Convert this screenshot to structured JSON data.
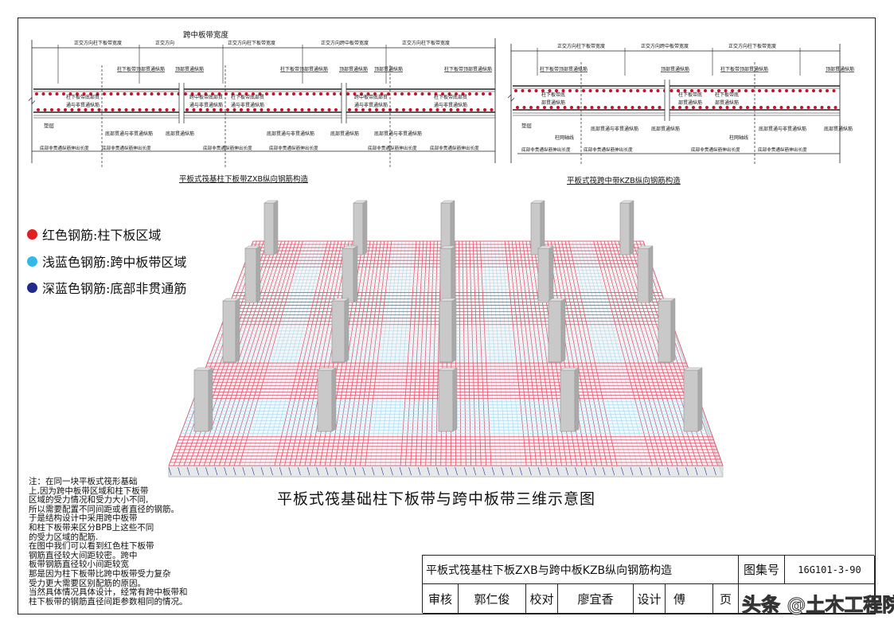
{
  "left_diagram": {
    "title": "平板式筏基柱下板带ZXB纵向钢筋构造",
    "header": "跨中板带宽度",
    "dims": [
      "正交方向柱下板带宽度",
      "正交方向",
      "正交方向柱下板带宽度",
      "正交方向跨中板带宽度",
      "正交方向柱下板带宽度"
    ],
    "top_labels": [
      "柱下板带顶部贯通纵筋",
      "顶部贯通纵筋",
      "柱下板带顶部贯通纵筋",
      "顶部贯通纵筋",
      "顶部贯通纵筋",
      "柱下板带顶部贯通纵筋"
    ],
    "mid_labels": [
      "柱下板带底部贯",
      "通与非贯通纵筋",
      "跨中板带底部贯",
      "通与非贯通纵筋",
      "柱下板带底部贯",
      "通与非贯通纵筋",
      "跨中板带底部贯",
      "通与非贯通纵筋",
      "柱下板带底部贯",
      "通与非贯通纵筋"
    ],
    "cushion": "垫层",
    "bottom_labels": [
      "底部贯通与非贯通纵筋",
      "底部贯通纵筋",
      "底部贯通与非贯通纵筋",
      "底部贯通纵筋",
      "底部贯通与非贯通纵筋"
    ],
    "length_labels": [
      "底部非贯通纵筋伸出长度",
      "底部非贯通纵筋伸出长度",
      "底部非贯通纵筋伸出长度",
      "底部非贯通纵筋伸出长度",
      "底部非贯通纵筋伸出长度",
      "底部非贯通纵筋伸出长度"
    ]
  },
  "right_diagram": {
    "title": "平板式筏跨中带KZB纵向钢筋构造",
    "dims": [
      "正交方向柱下板带宽度",
      "正交方向跨中板带宽度",
      "正交方向柱下板带宽度"
    ],
    "top_labels": [
      "柱下板带顶部贯通纵筋",
      "顶部贯通纵筋",
      "柱下板带顶部贯通纵筋",
      "顶部贯通纵筋"
    ],
    "mid_labels": [
      "柱下板带底",
      "部贯通纵筋",
      "柱下板带底",
      "部贯通纵筋",
      "柱下板带底",
      "部贯通纵筋"
    ],
    "cushion": "垫层",
    "bottom_labels": [
      "底部贯通与非贯通纵筋",
      "底部贯通纵筋",
      "底部贯通与非贯通纵筋",
      "底部贯通纵筋"
    ],
    "axis_labels": [
      "柱网轴线",
      "柱网轴线"
    ],
    "length_labels": [
      "底部非贯通纵筋伸出长度",
      "底部非贯通纵筋伸出长度",
      "底部非贯通纵筋伸出长度",
      "底部非贯通纵筋伸出长度"
    ]
  },
  "legend": [
    {
      "label": "红色钢筋:柱下板区域",
      "color": "#e02020"
    },
    {
      "label": "浅蓝色钢筋:跨中板带区域",
      "color": "#33b8e8"
    },
    {
      "label": "深蓝色钢筋:底部非贯通筋",
      "color": "#1f2a8a"
    }
  ],
  "caption": "平板式筏基础柱下板带与跨中板带三维示意图",
  "notes": "注：在同一块平板式筏形基础\n上,因为跨中板带区域和柱下板带\n区域的受力情况和受力大小不同,\n所以需要配置不同间距或者直径的钢筋。\n于是结构设计中采用跨中板带\n和柱下板带来区分BPB上这些不同\n的受力区域的配筋.\n在图中我们可以看到红色柱下板带\n钢筋直径较大间距较密。跨中\n板带钢筋直径较小间距较宽\n那是因为柱下板带比跨中板带受力复杂\n受力更大需要区别配筋的原因。\n当然具体情况具体设计，经常有跨中板带和\n柱下板带的钢筋直径间距参数相同的情况。",
  "title_block": {
    "title": "平板式筏基柱下板ZXB与跨中板KZB纵向钢筋构造",
    "atlas_label": "图集号",
    "atlas_no": "16G101-3-90",
    "review_label": "审核",
    "reviewer": "郭仁俊",
    "check_label": "校对",
    "checker": "廖宜香",
    "design_label": "设计",
    "designer": "傅",
    "page_label": "页"
  },
  "watermark": "头条 @土木工程院",
  "colors": {
    "red_bar": "#c8102e",
    "light_blue_bar": "#8fd3ec",
    "dark_blue_bar": "#2a3aa8",
    "column": "#c9c9c9"
  }
}
